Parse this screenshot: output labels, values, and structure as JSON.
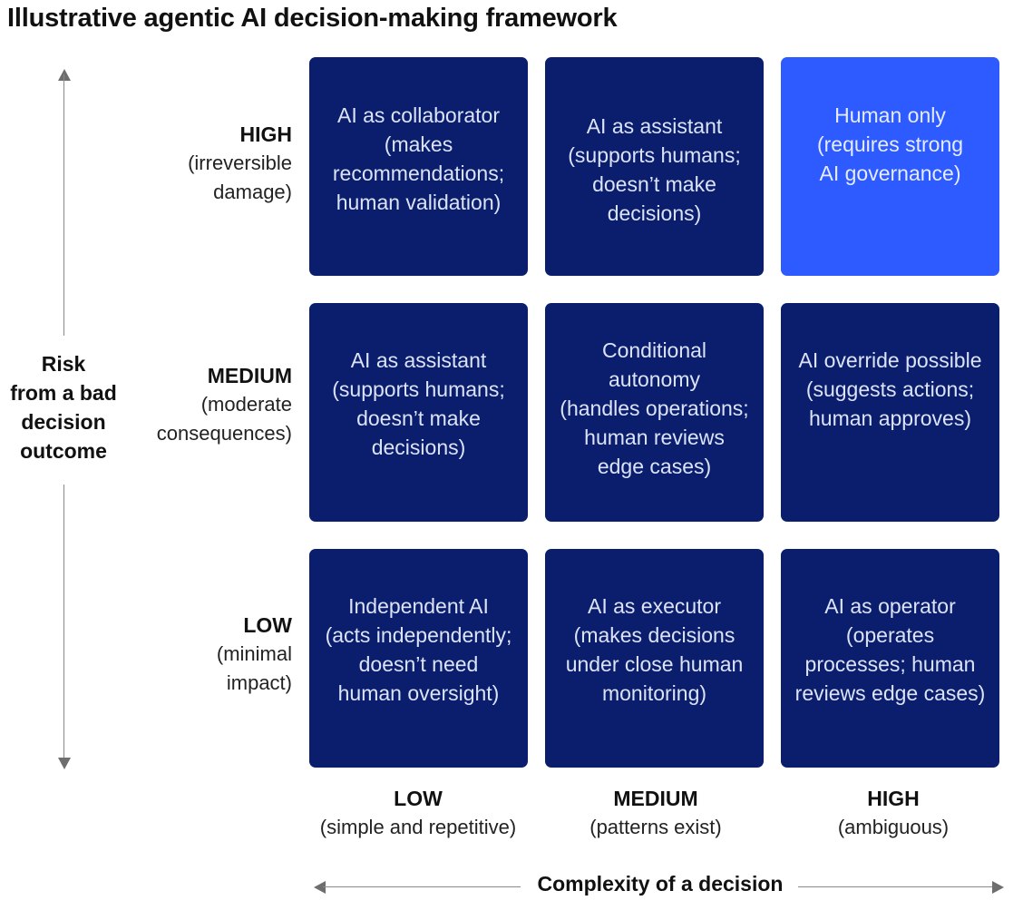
{
  "title": "Illustrative agentic AI decision-making framework",
  "y_axis": {
    "label": "Risk\nfrom a bad\ndecision\noutcome",
    "rows": [
      {
        "level": "HIGH",
        "description": "(irreversible\ndamage)"
      },
      {
        "level": "MEDIUM",
        "description": "(moderate\nconsequences)"
      },
      {
        "level": "LOW",
        "description": "(minimal\nimpact)"
      }
    ]
  },
  "x_axis": {
    "label": "Complexity of a decision",
    "columns": [
      {
        "level": "LOW",
        "description": "(simple and repetitive)"
      },
      {
        "level": "MEDIUM",
        "description": "(patterns exist)"
      },
      {
        "level": "HIGH",
        "description": "(ambiguous)"
      }
    ]
  },
  "cells": [
    [
      "AI as collaborator\n(makes\nrecommendations;\nhuman validation)",
      "AI as assistant\n(supports humans;\ndoesn’t make\ndecisions)",
      "Human only\n(requires strong\nAI governance)"
    ],
    [
      "AI as assistant\n(supports humans;\ndoesn’t make\ndecisions)",
      "Conditional\nautonomy\n(handles operations;\nhuman reviews\nedge cases)",
      "AI override possible\n(suggests actions;\nhuman approves)"
    ],
    [
      "Independent AI\n(acts independently;\ndoesn’t need\nhuman oversight)",
      "AI as executor\n(makes decisions\nunder close human\nmonitoring)",
      "AI as operator\n(operates\nprocesses; human\nreviews edge cases)"
    ]
  ],
  "colors": {
    "cell": "#0b1e6e",
    "highlight_cell": "#2e5bff",
    "axis_arrow": "#8a8a8a"
  }
}
